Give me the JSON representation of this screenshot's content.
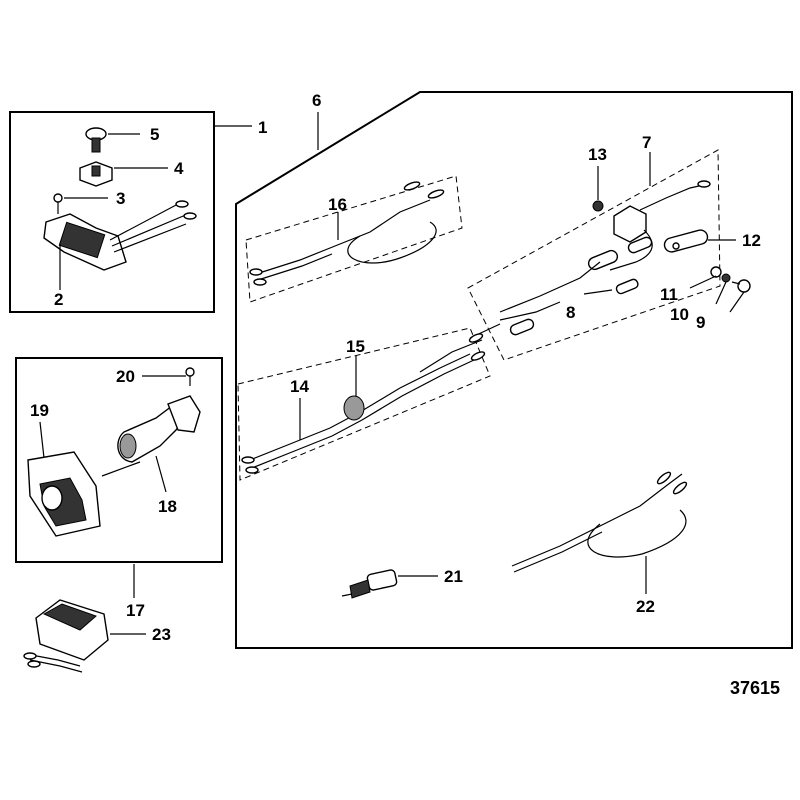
{
  "diagram": {
    "callouts": [
      "1",
      "2",
      "3",
      "4",
      "5",
      "6",
      "7",
      "8",
      "9",
      "10",
      "11",
      "12",
      "13",
      "14",
      "15",
      "16",
      "17",
      "18",
      "19",
      "20",
      "21",
      "22",
      "23"
    ],
    "drawing_number": "37615"
  },
  "icons": {
    "1": "ignition-switch-kit",
    "14": "harness-wire",
    "15": "harness-cable",
    "16": "lead-wire",
    "18": "switch-bracket",
    "19": "bezel-plate",
    "21": "sender",
    "22": "extension-harness",
    "23": "rectifier"
  }
}
